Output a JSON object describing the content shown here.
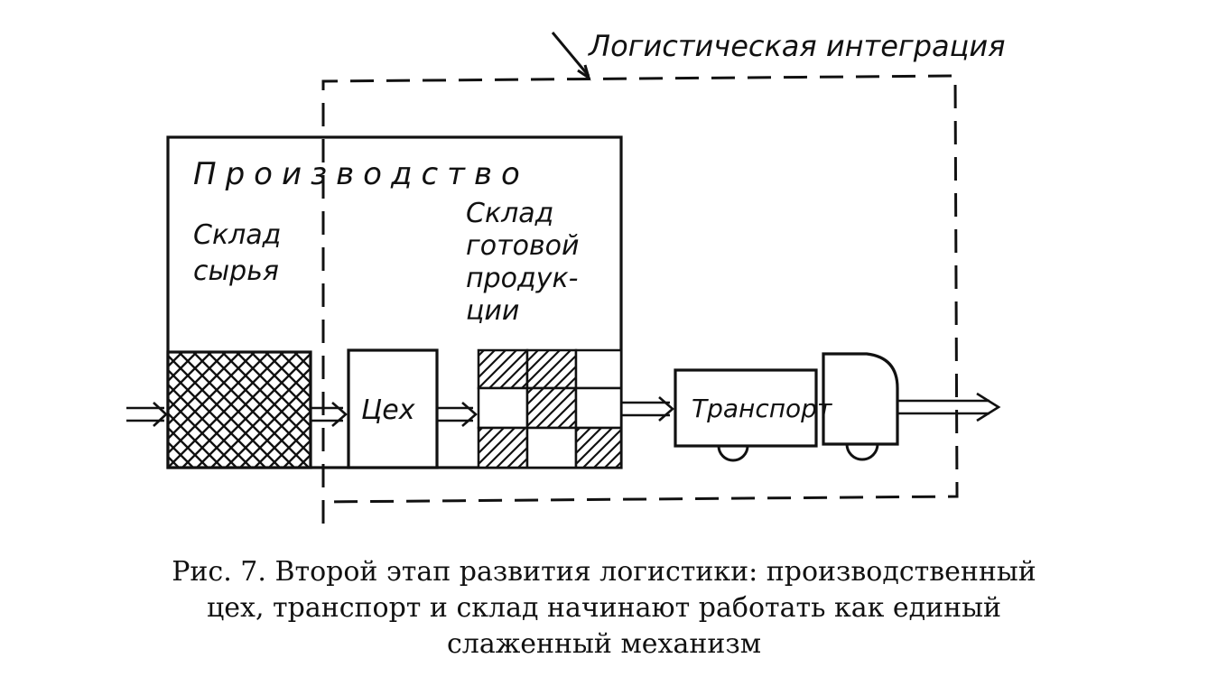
{
  "diagram": {
    "integration_label": "Логистическая интеграция",
    "production_label": "Производство",
    "raw_warehouse_label": [
      "Склад",
      "сырья"
    ],
    "workshop_label": "Цех",
    "finished_warehouse_label": [
      "Склад",
      "готовой",
      "продук-",
      "ции"
    ],
    "transport_label": "Транспорт"
  },
  "caption": {
    "lines": [
      "Рис. 7. Второй этап развития логистики: производственный",
      "цех, транспорт и склад начинают работать как единый",
      "слаженный механизм"
    ]
  }
}
